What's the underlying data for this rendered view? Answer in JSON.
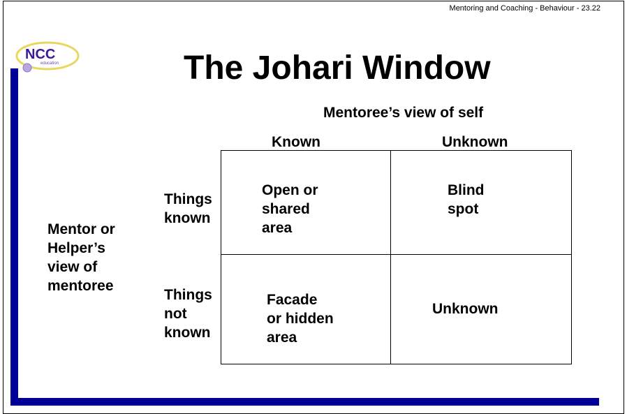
{
  "header": "Mentoring and Coaching - Behaviour  - 23.22",
  "logo": {
    "text": "NCC",
    "subtext": "education"
  },
  "title": "The Johari Window",
  "col_axis": "Mentoree’s view of self",
  "cols": [
    "Known",
    "Unknown"
  ],
  "row_axis": "Mentor or\nHelper’s\nview of\nmentoree",
  "rows": [
    "Things\nknown",
    "Things\nnot\nknown"
  ],
  "cells": {
    "open": "Open or\nshared\narea",
    "blind": "Blind\nspot",
    "facade": "Facade\nor hidden\narea",
    "unknown": "Unknown"
  },
  "colors": {
    "bar": "#000099"
  }
}
